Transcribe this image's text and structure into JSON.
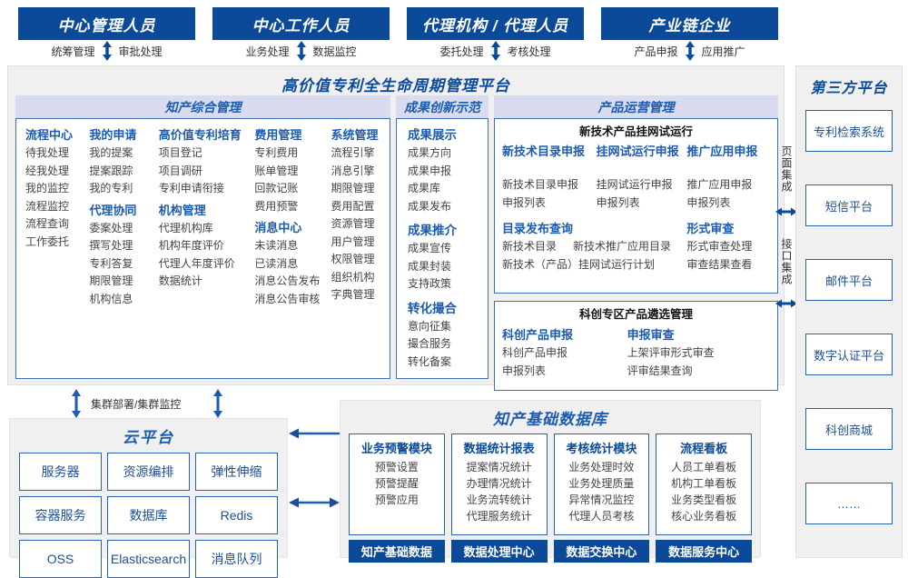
{
  "roles": [
    {
      "title": "中心管理人员",
      "caps": [
        "统筹管理",
        "审批处理"
      ]
    },
    {
      "title": "中心工作人员",
      "caps": [
        "业务处理",
        "数据监控"
      ]
    },
    {
      "title": "代理机构 / 代理人员",
      "caps": [
        "委托处理",
        "考核处理"
      ]
    },
    {
      "title": "产业链企业",
      "caps": [
        "产品申报",
        "应用推广"
      ]
    }
  ],
  "platform": {
    "title": "高价值专利全生命周期管理平台",
    "sections": {
      "ip_mgmt": {
        "header": "知产综合管理",
        "columns": [
          {
            "groups": [
              {
                "title": "流程中心",
                "items": [
                  "待我处理",
                  "经我处理",
                  "我的监控",
                  "流程监控",
                  "流程查询",
                  "工作委托"
                ]
              }
            ]
          },
          {
            "groups": [
              {
                "title": "我的申请",
                "items": [
                  "我的提案",
                  "提案跟踪",
                  "我的专利"
                ]
              },
              {
                "title": "代理协同",
                "items": [
                  "委案处理",
                  "撰写处理",
                  "专利答复",
                  "期限管理",
                  "机构信息"
                ]
              }
            ]
          },
          {
            "groups": [
              {
                "title": "高价值专利培育",
                "items": [
                  "项目登记",
                  "项目调研",
                  "专利申请衔接"
                ]
              },
              {
                "title": "机构管理",
                "items": [
                  "代理机构库",
                  "机构年度评价",
                  "代理人年度评价",
                  "数据统计"
                ]
              }
            ]
          },
          {
            "groups": [
              {
                "title": "费用管理",
                "items": [
                  "专利费用",
                  "账单管理",
                  "回款记账",
                  "费用预警"
                ]
              },
              {
                "title": "消息中心",
                "items": [
                  "未读消息",
                  "已读消息",
                  "消息公告发布",
                  "消息公告审核"
                ]
              }
            ]
          },
          {
            "groups": [
              {
                "title": "系统管理",
                "items": [
                  "流程引擎",
                  "消息引擎",
                  "期限管理",
                  "费用配置",
                  "资源管理",
                  "用户管理",
                  "权限管理",
                  "组织机构",
                  "字典管理"
                ]
              }
            ]
          }
        ]
      },
      "achievement": {
        "header": "成果创新示范",
        "groups": [
          {
            "title": "成果展示",
            "items": [
              "成果方向",
              "成果申报",
              "成果库",
              "成果发布"
            ]
          },
          {
            "title": "成果推介",
            "items": [
              "成果宣传",
              "成果封装",
              "支持政策"
            ]
          },
          {
            "title": "转化撮合",
            "items": [
              "意向征集",
              "撮合服务",
              "转化备案"
            ]
          }
        ]
      },
      "product_ops": {
        "header": "产品运营管理",
        "panels": [
          {
            "title": "新技术产品挂网试运行",
            "row1": [
              {
                "title": "新技术目录申报",
                "items": [
                  "新技术目录申报",
                  "申报列表"
                ]
              },
              {
                "title": "挂网试运行申报",
                "items": [
                  "挂网试运行申报",
                  "申报列表"
                ]
              },
              {
                "title": "推广应用申报",
                "items": [
                  "推广应用申报",
                  "申报列表"
                ]
              }
            ],
            "row2": [
              {
                "title": "目录发布查询",
                "items": [
                  "新技术目录",
                  "新技术推广应用目录",
                  "新技术（产品）挂网试运行计划"
                ]
              },
              {
                "title": "形式审查",
                "items": [
                  "形式审查处理",
                  "审查结果查看"
                ]
              }
            ]
          },
          {
            "title": "科创专区产品遴选管理",
            "row1": [
              {
                "title": "科创产品申报",
                "items": [
                  "科创产品申报",
                  "申报列表"
                ]
              },
              {
                "title": "申报审查",
                "items": [
                  "上架评审形式审查",
                  "评审结果查询"
                ]
              }
            ]
          }
        ]
      }
    }
  },
  "integration": {
    "page": "页面集成",
    "api": "接口集成"
  },
  "third_party": {
    "title": "第三方平台",
    "items": [
      "专利检索系统",
      "短信平台",
      "邮件平台",
      "数字认证平台",
      "科创商城",
      "……"
    ]
  },
  "cluster_label": "集群部署/集群监控",
  "cloud": {
    "title": "云平台",
    "cells": [
      "服务器",
      "资源编排",
      "弹性伸缩",
      "容器服务",
      "数据库",
      "Redis",
      "OSS",
      "Elasticsearch",
      "消息队列"
    ]
  },
  "database": {
    "title": "知产基础数据库",
    "cards": [
      {
        "title": "业务预警模块",
        "items": [
          "预警设置",
          "预警提醒",
          "预警应用"
        ],
        "foot": "知产基础数据"
      },
      {
        "title": "数据统计报表",
        "items": [
          "提案情况统计",
          "办理情况统计",
          "业务流转统计",
          "代理服务统计"
        ],
        "foot": "数据处理中心"
      },
      {
        "title": "考核统计模块",
        "items": [
          "业务处理时效",
          "业务处理质量",
          "异常情况监控",
          "代理人员考核"
        ],
        "foot": "数据交换中心"
      },
      {
        "title": "流程看板",
        "items": [
          "人员工单看板",
          "机构工单看板",
          "业务类型看板",
          "核心业务看板"
        ],
        "foot": "数据服务中心"
      }
    ]
  },
  "colors": {
    "navy": "#0a4a99",
    "blue": "#1c5cb0",
    "panel_bg": "#f0f0f0",
    "header_band": "#d9dcee",
    "border_blue": "#2a62ad"
  }
}
